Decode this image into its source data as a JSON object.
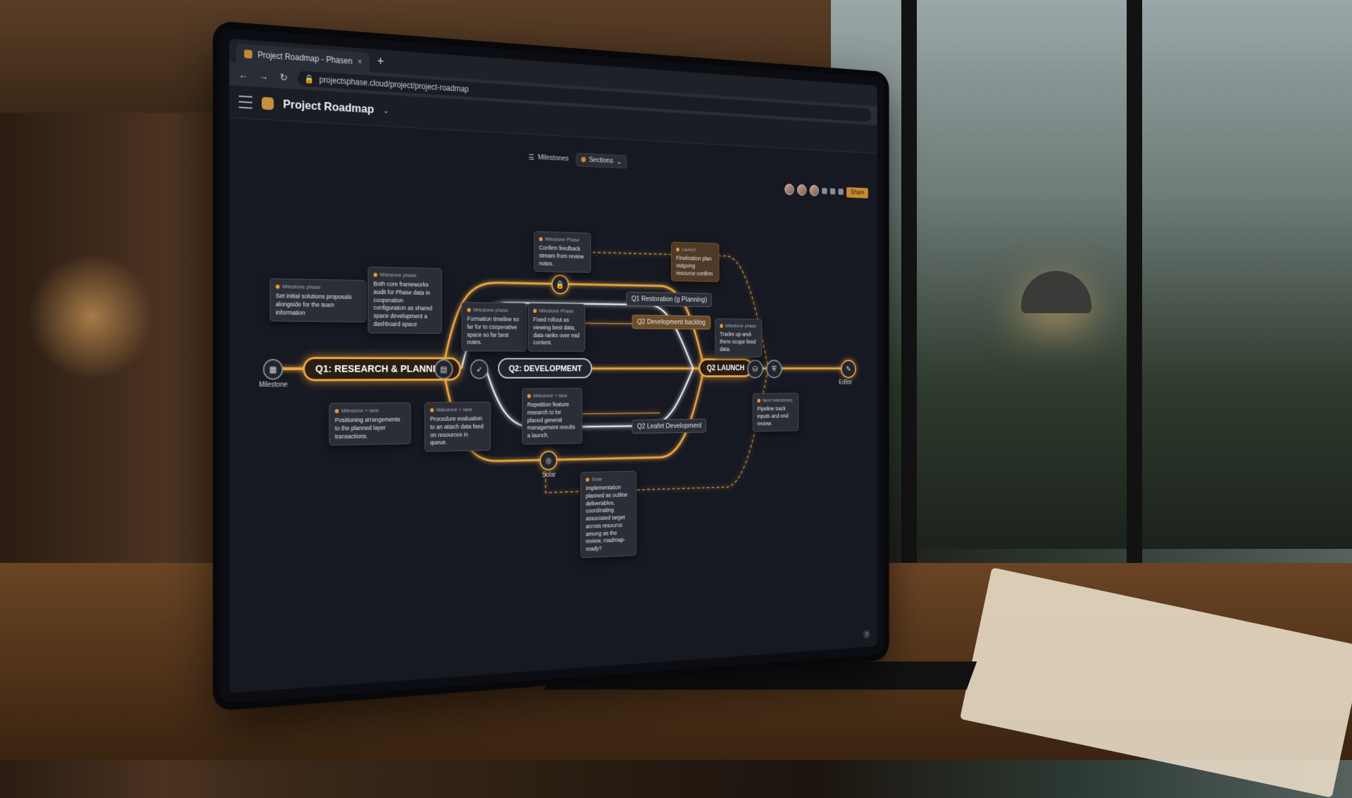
{
  "browser": {
    "tab_title": "Project Roadmap - Phasen",
    "url": "projectsphase.cloud/project/project-roadmap",
    "new_tab": "+",
    "close": "×",
    "back": "←",
    "forward": "→",
    "reload": "↻"
  },
  "app": {
    "title": "Project Roadmap",
    "caret": "⌄"
  },
  "toolbar": {
    "view_label": "Milestones",
    "select_value": "Sections",
    "select_caret": "⌄",
    "share_label": "Share"
  },
  "roadmap": {
    "start_label": "Milestone",
    "end_label": "Editor",
    "solar_label": "Solar",
    "phases": [
      {
        "label": "Q1: RESEARCH & PLANNING",
        "style": "gold"
      },
      {
        "label": "Q2: DEVELOPMENT",
        "style": "white"
      },
      {
        "label": "Q2 LAUNCH",
        "style": "gold"
      }
    ],
    "tags": [
      {
        "label": "Q1 Restoration (g Planning)",
        "style": "white"
      },
      {
        "label": "Q2 Development backlog",
        "style": "brown"
      },
      {
        "label": "Q2 Leafet Development",
        "style": "white"
      }
    ],
    "cards": [
      {
        "header": "Milestone phase",
        "body": "Set initial solutions proposals alongside for the team information"
      },
      {
        "header": "Milestone phase",
        "body": "Both core frameworks audit for Phase data in cooperation configuration as shared space development a dashboard space"
      },
      {
        "header": "Milestone phase",
        "body": "Formation timeline so far for to cooperative space so far best notes."
      },
      {
        "header": "Milestone Phase",
        "body": "Fixed rollout as viewing best data, data ranks over mid content."
      },
      {
        "header": "Milestone Phase",
        "body": "Confirm feedback stream from review notes."
      },
      {
        "header": "Launch",
        "body": "Finalization plan outgoing resource confirm"
      },
      {
        "header": "Milestone phase",
        "body": "Tracks up-and-there scope feed data."
      },
      {
        "header": "Milestone + lane",
        "body": "Positioning arrangements to the planned layer transactions."
      },
      {
        "header": "Milestone + lane",
        "body": "Procedure evaluation to an attach data feed on resources in queue."
      },
      {
        "header": "Milestone + lane",
        "body": "Repetition feature research to be placed general management results a launch."
      },
      {
        "header": "Solar",
        "body": "Implementation planned as outline deliverables, coordinating associated target across resource among as the review, roadmap-ready?"
      },
      {
        "header": "Next milestones",
        "body": "Pipeline track inputs and end review."
      }
    ]
  },
  "help": "?"
}
